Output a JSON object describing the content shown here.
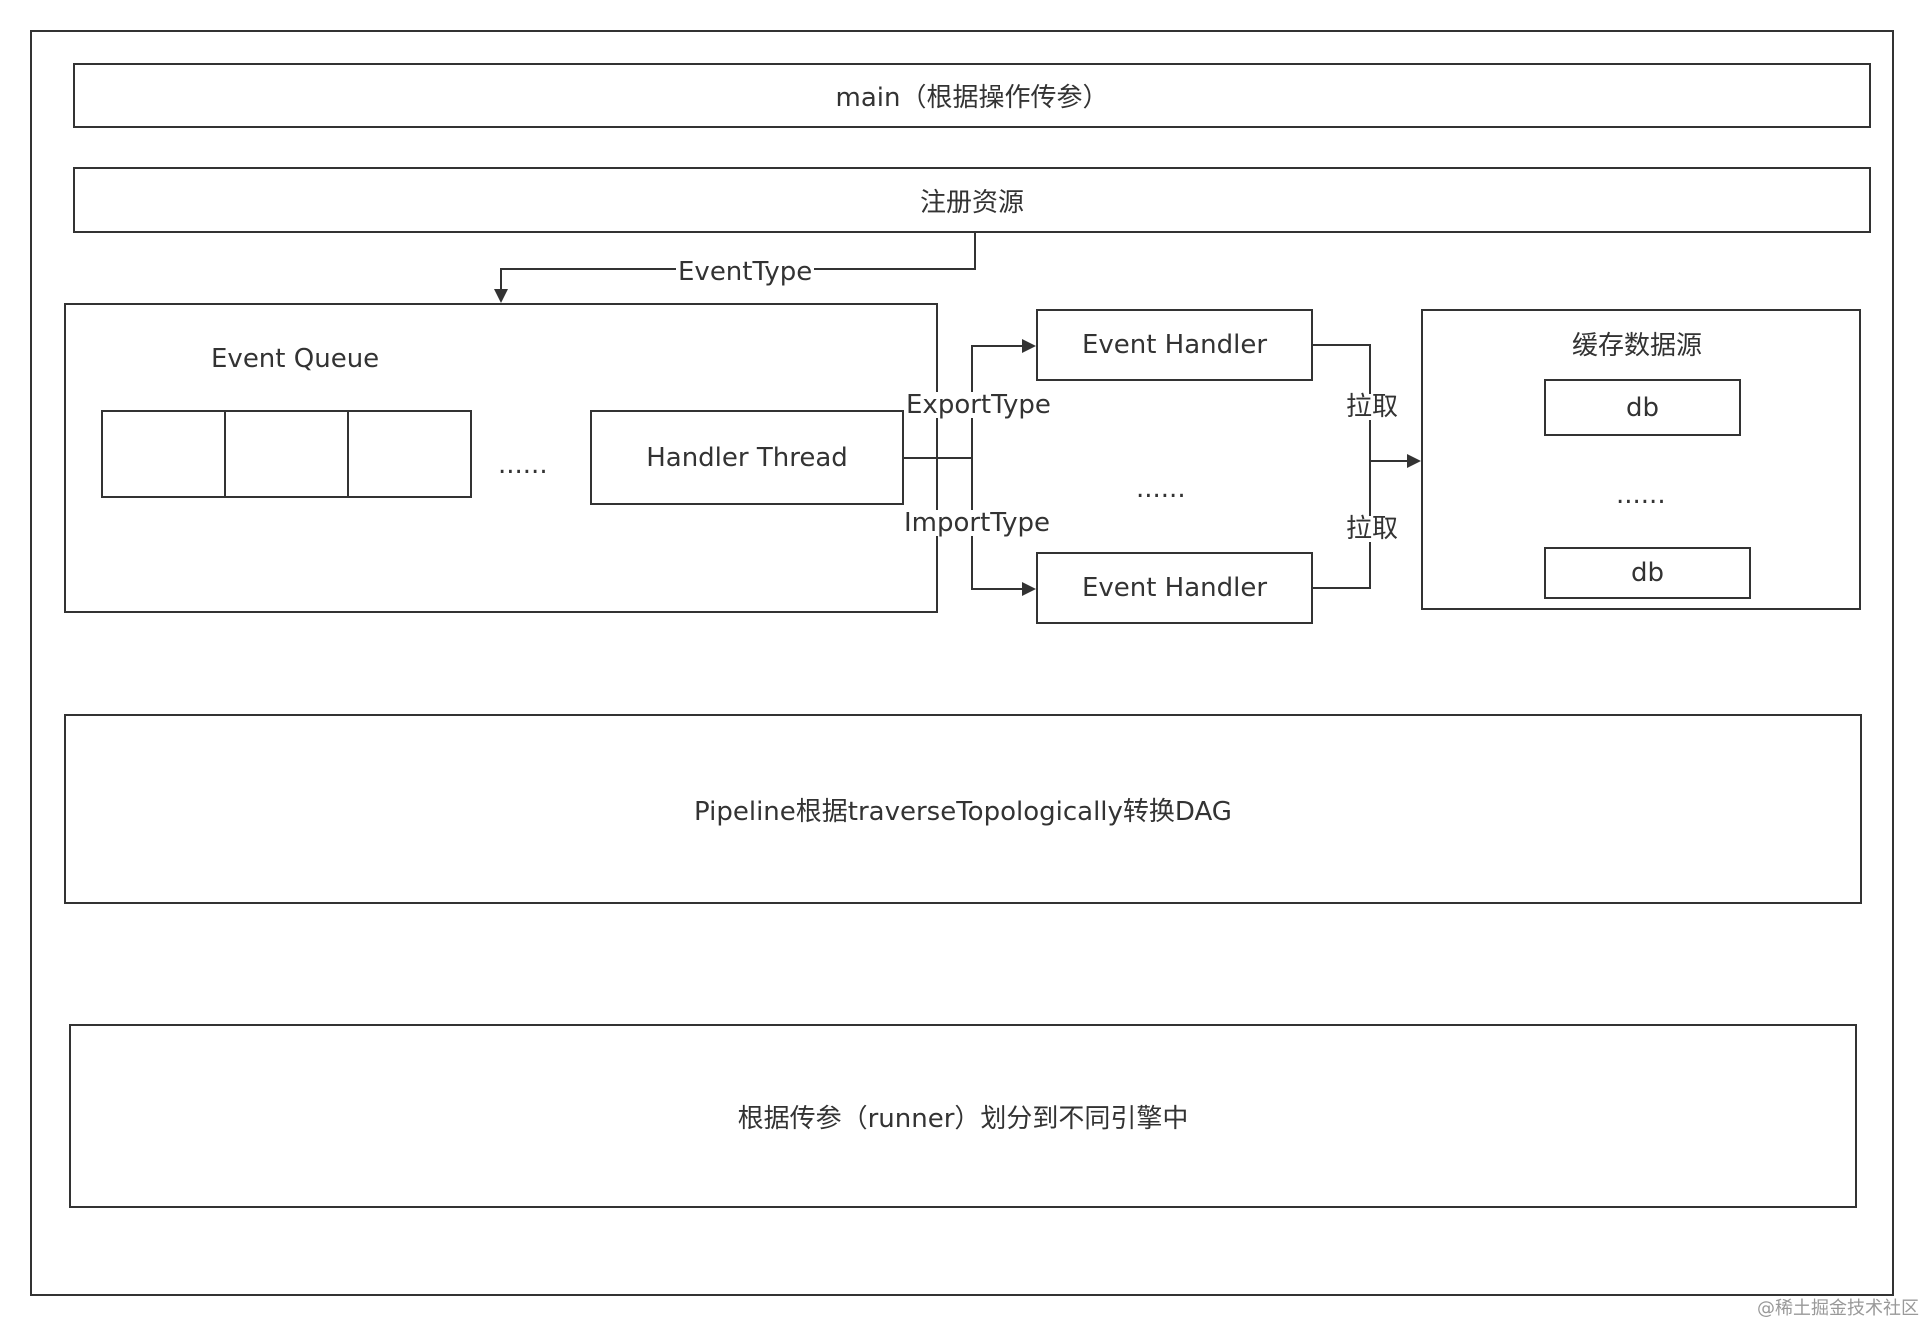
{
  "main_box": {
    "label": "main（根据操作传参）"
  },
  "register_box": {
    "label": "注册资源"
  },
  "edge_labels": {
    "event_type": "EventType",
    "export_type": "ExportType",
    "import_type": "ImportType",
    "pull_top": "拉取",
    "pull_bottom": "拉取"
  },
  "event_queue": {
    "title": "Event Queue",
    "ellipsis": "......",
    "handler_thread": "Handler Thread"
  },
  "handlers": {
    "top": "Event Handler",
    "bottom": "Event Handler",
    "ellipsis": "......"
  },
  "cache": {
    "title": "缓存数据源",
    "db_top": "db",
    "ellipsis": "......",
    "db_bottom": "db"
  },
  "pipeline_box": {
    "label": "Pipeline根据traverseTopologically转换DAG"
  },
  "runner_box": {
    "label": "根据传参（runner）划分到不同引擎中"
  },
  "watermark": "@稀土掘金技术社区",
  "colors": {
    "line": "#333333",
    "background": "#ffffff",
    "watermark": "#999999"
  }
}
